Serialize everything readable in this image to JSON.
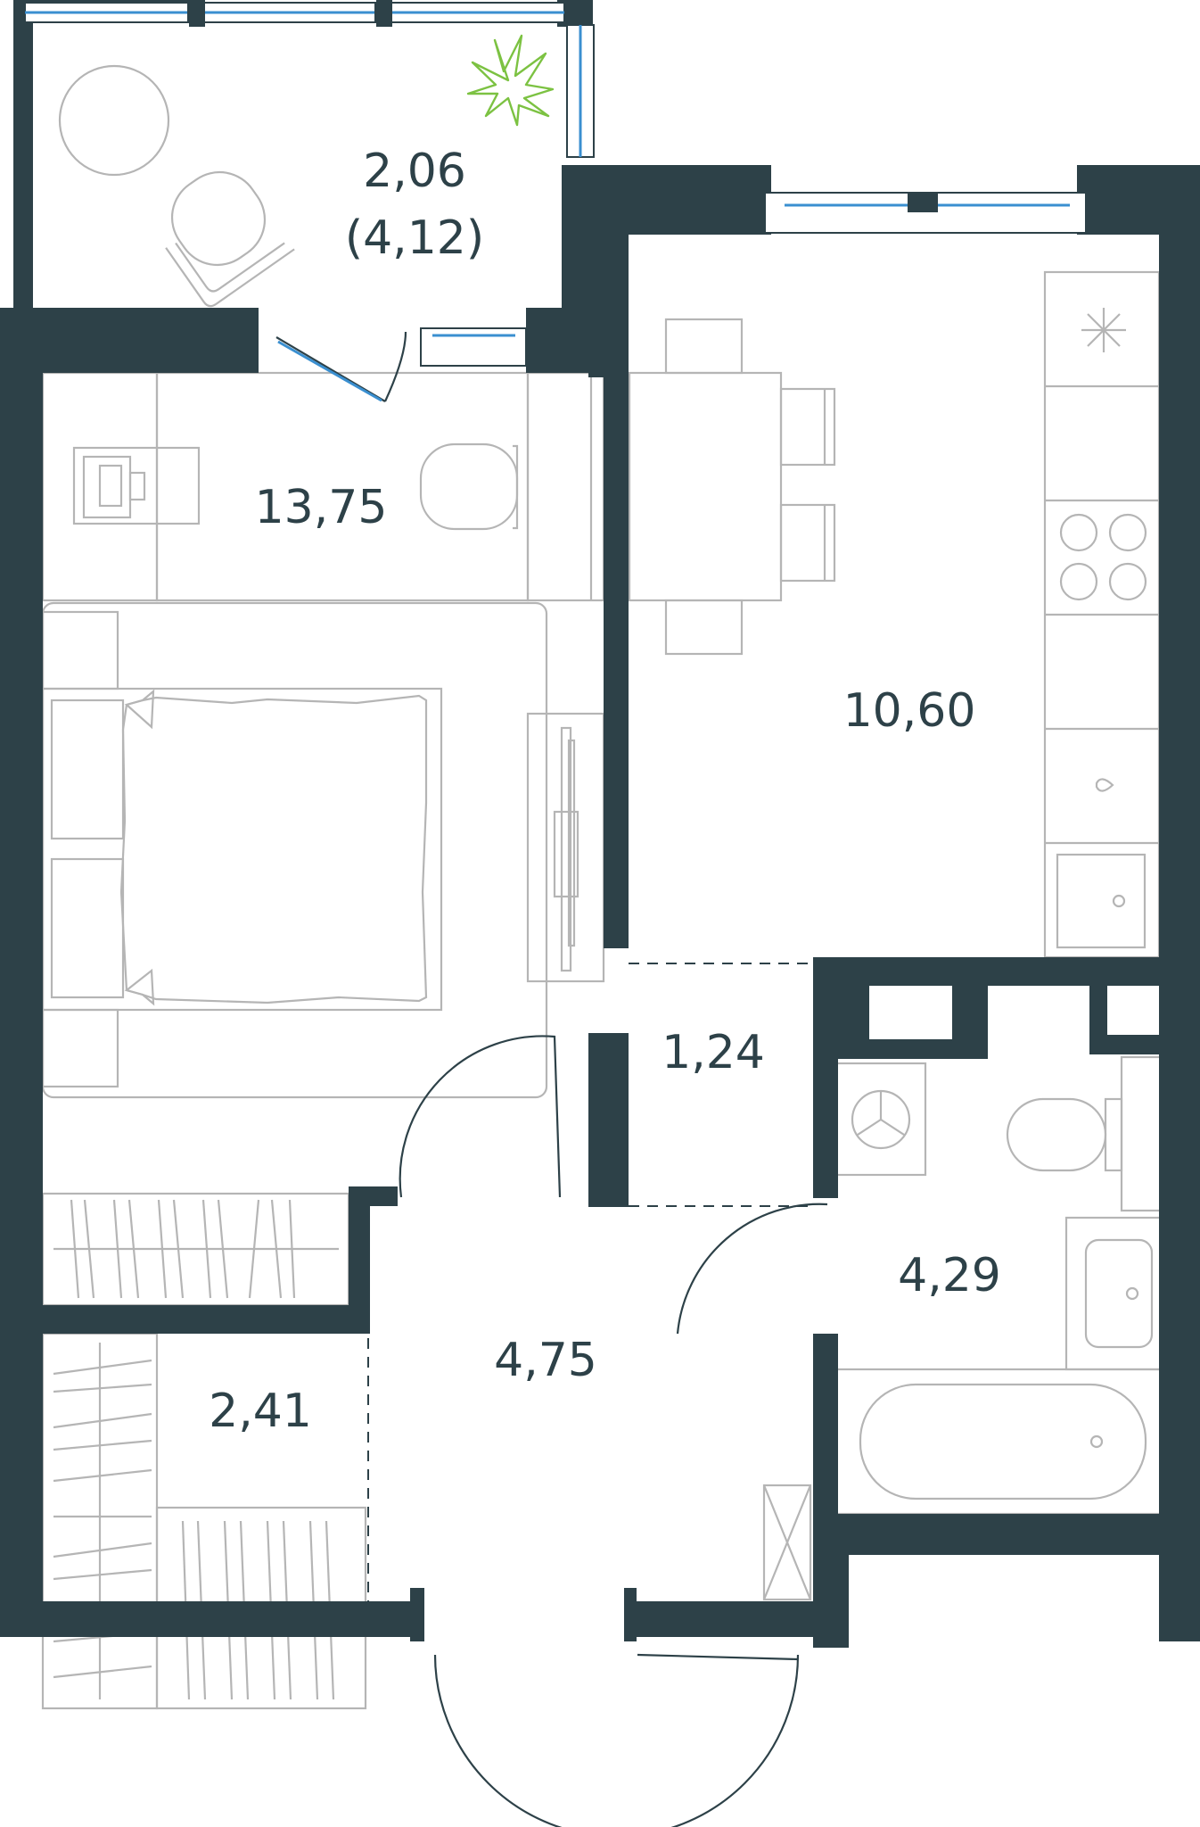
{
  "rooms": [
    {
      "id": "balcony",
      "area": "2,06",
      "area_alt": "(4,12)"
    },
    {
      "id": "bedroom",
      "area": "13,75"
    },
    {
      "id": "kitchen",
      "area": "10,60"
    },
    {
      "id": "hall",
      "area": "1,24"
    },
    {
      "id": "bathroom",
      "area": "4,29"
    },
    {
      "id": "corridor",
      "area": "4,75"
    },
    {
      "id": "storage",
      "area": "2,41"
    }
  ],
  "colors": {
    "wall": "#2d4148",
    "furniture": "#b5b5b5",
    "glass": "#3a8fd0",
    "plant": "#7cc242"
  }
}
